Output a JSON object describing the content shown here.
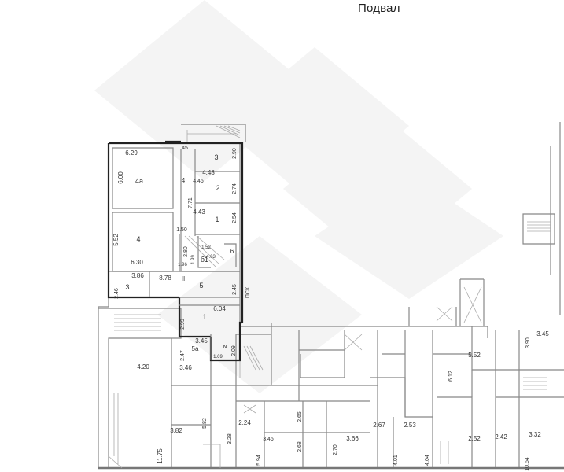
{
  "title": "Подвал",
  "labels": [
    {
      "id": "l01",
      "text": "6.29"
    },
    {
      "id": "l02",
      "text": "45"
    },
    {
      "id": "l03",
      "text": "3"
    },
    {
      "id": "l04",
      "text": "2.90"
    },
    {
      "id": "l05",
      "text": "4а"
    },
    {
      "id": "l06",
      "text": "6.00"
    },
    {
      "id": "l07",
      "text": "4.48"
    },
    {
      "id": "l08",
      "text": "4"
    },
    {
      "id": "l09",
      "text": "4.46"
    },
    {
      "id": "l10",
      "text": "2"
    },
    {
      "id": "l11",
      "text": "2.74"
    },
    {
      "id": "l12",
      "text": "7.71"
    },
    {
      "id": "l13",
      "text": "4.43"
    },
    {
      "id": "l14",
      "text": "1"
    },
    {
      "id": "l15",
      "text": "2.54"
    },
    {
      "id": "l16",
      "text": "5.52"
    },
    {
      "id": "l17",
      "text": "4"
    },
    {
      "id": "l18",
      "text": "1.50"
    },
    {
      "id": "l19",
      "text": "2.80"
    },
    {
      "id": "l20",
      "text": "1.52"
    },
    {
      "id": "l21",
      "text": "6"
    },
    {
      "id": "l22",
      "text": "4.63"
    },
    {
      "id": "l23",
      "text": "6.30"
    },
    {
      "id": "l24",
      "text": "1.99"
    },
    {
      "id": "l25",
      "text": "б1"
    },
    {
      "id": "l26",
      "text": "1.96"
    },
    {
      "id": "l27",
      "text": "3.86"
    },
    {
      "id": "l28",
      "text": "8.78"
    },
    {
      "id": "l29",
      "text": "II"
    },
    {
      "id": "l30",
      "text": "2.46"
    },
    {
      "id": "l31",
      "text": "3"
    },
    {
      "id": "l32",
      "text": "5"
    },
    {
      "id": "l33",
      "text": "2.45"
    },
    {
      "id": "l34",
      "text": "ПСК"
    },
    {
      "id": "l35",
      "text": "6.04"
    },
    {
      "id": "l36",
      "text": "2.99"
    },
    {
      "id": "l37",
      "text": "1"
    },
    {
      "id": "l38",
      "text": "3.45"
    },
    {
      "id": "l39",
      "text": "2.47"
    },
    {
      "id": "l40",
      "text": "5а"
    },
    {
      "id": "l41",
      "text": "2.09"
    },
    {
      "id": "l42",
      "text": "1.69"
    },
    {
      "id": "l43",
      "text": "N"
    },
    {
      "id": "l44",
      "text": "4.20"
    },
    {
      "id": "l45",
      "text": "3.46"
    },
    {
      "id": "l46",
      "text": "5.82"
    },
    {
      "id": "l47",
      "text": "3.82"
    },
    {
      "id": "l48",
      "text": "3.28"
    },
    {
      "id": "l49",
      "text": "11.75"
    },
    {
      "id": "l50",
      "text": "2.24"
    },
    {
      "id": "l51",
      "text": "2.65"
    },
    {
      "id": "l52",
      "text": "3.46"
    },
    {
      "id": "l53",
      "text": "2.68"
    },
    {
      "id": "l54",
      "text": "2.70"
    },
    {
      "id": "l55",
      "text": "3.66"
    },
    {
      "id": "l56",
      "text": "5.94"
    },
    {
      "id": "l57",
      "text": "2.67"
    },
    {
      "id": "l58",
      "text": "2.53"
    },
    {
      "id": "l59",
      "text": "4.01"
    },
    {
      "id": "l60",
      "text": "4.04"
    },
    {
      "id": "l61",
      "text": "6.12"
    },
    {
      "id": "l62",
      "text": "5.52"
    },
    {
      "id": "l63",
      "text": "3.90"
    },
    {
      "id": "l64",
      "text": "3.45"
    },
    {
      "id": "l65",
      "text": "2.52"
    },
    {
      "id": "l66",
      "text": "2.42"
    },
    {
      "id": "l67",
      "text": "3.32"
    },
    {
      "id": "l68",
      "text": "10.64"
    }
  ]
}
